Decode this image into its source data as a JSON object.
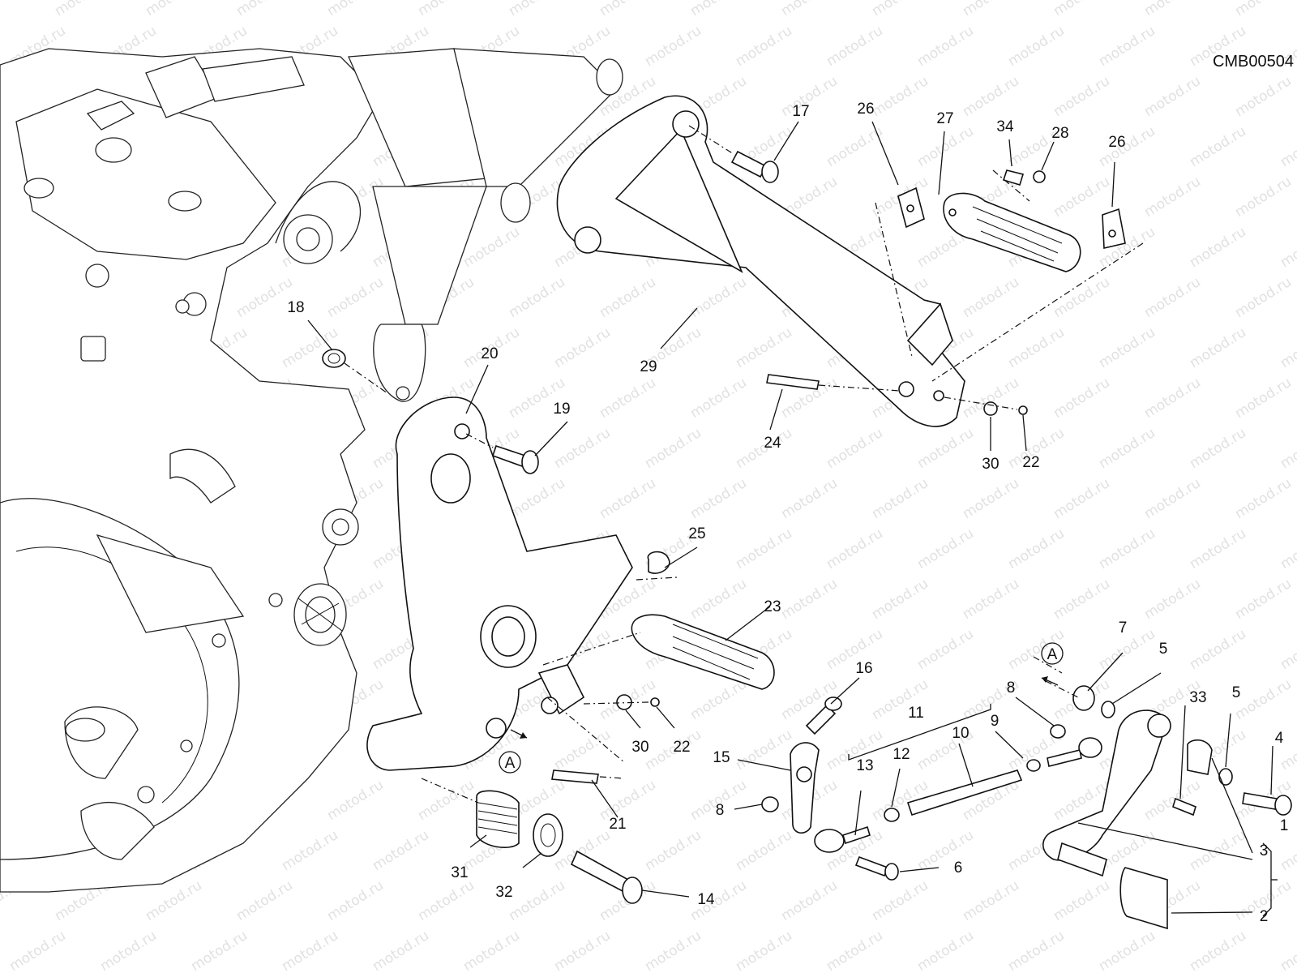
{
  "diagram": {
    "code": "CMB00504",
    "watermark": "motod.ru",
    "view_marker": "A",
    "callouts": [
      "1",
      "2",
      "3",
      "4",
      "5",
      "6",
      "7",
      "8",
      "9",
      "10",
      "11",
      "12",
      "13",
      "14",
      "15",
      "16",
      "17",
      "18",
      "19",
      "20",
      "21",
      "22",
      "23",
      "24",
      "25",
      "26",
      "27",
      "28",
      "29",
      "30",
      "31",
      "32",
      "33",
      "34"
    ]
  }
}
